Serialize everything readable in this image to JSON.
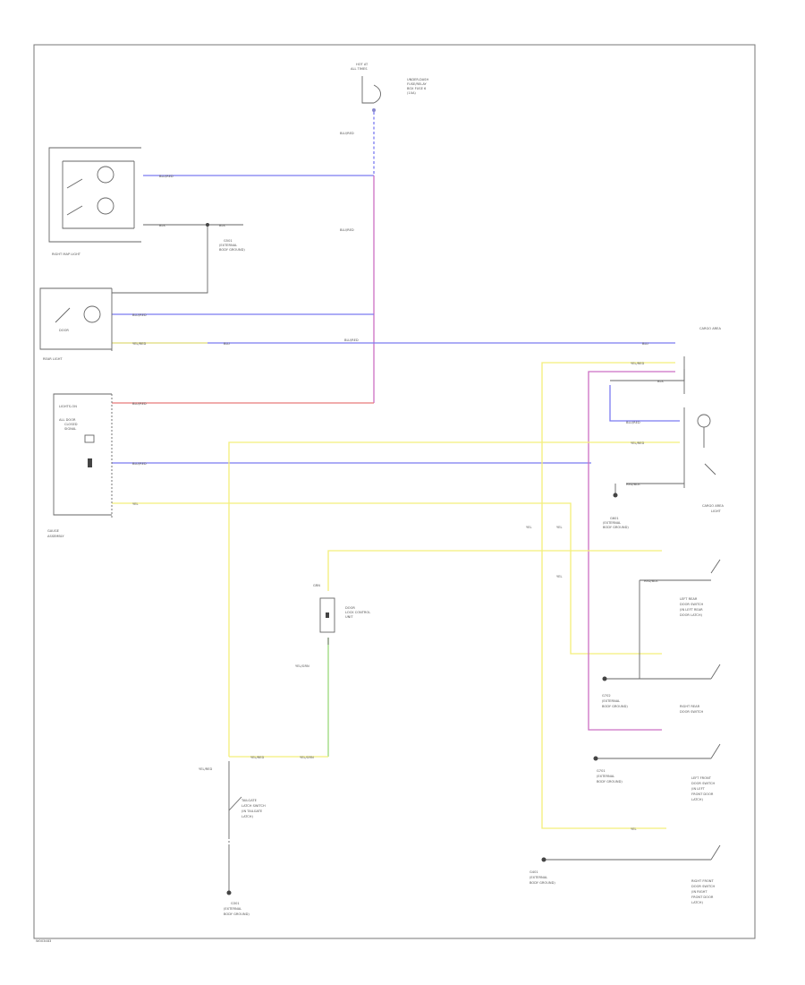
{
  "colors": {
    "blue": "#7b7bf0",
    "pink": "#cc6fc4",
    "yellow": "#f3ef7a",
    "green": "#9ad97b",
    "red": "#e87a7a",
    "black": "#666666"
  },
  "footer_code": "W003483",
  "components": [
    {
      "id": "hot-at-all-times",
      "lines": [
        "HOT AT",
        "ALL TIMES"
      ]
    },
    {
      "id": "fuse-relay-box",
      "lines": [
        "UNDER-DASH",
        "FUSE/RELAY",
        "BOX FUSE 6",
        "(10A)"
      ]
    },
    {
      "id": "right-map-light",
      "lines": [
        "RIGHT MAP LIGHT"
      ]
    },
    {
      "id": "rear-light",
      "lines": [
        "REAR LIGHT"
      ]
    },
    {
      "id": "gauge-assembly",
      "lines": [
        "GAUGE",
        "ASSEMBLY"
      ]
    },
    {
      "id": "door-lock-control-unit",
      "lines": [
        "DOOR",
        "LOCK CONTROL",
        "UNIT"
      ]
    },
    {
      "id": "cargo-area-light",
      "lines": [
        "CARGO AREA",
        "LIGHT"
      ]
    },
    {
      "id": "tailgate-latch-switch",
      "lines": [
        "TAILGATE",
        "LATCH SWITCH",
        "(IN TAILGATE",
        "LATCH)"
      ]
    },
    {
      "id": "left-rear-door-switch",
      "lines": [
        "LEFT REAR",
        "DOOR SWITCH",
        "(IN LEFT REAR",
        "DOOR LATCH)"
      ]
    },
    {
      "id": "right-rear-door-switch",
      "lines": [
        "RIGHT REAR",
        "DOOR SWITCH"
      ]
    },
    {
      "id": "left-front-door-switch",
      "lines": [
        "LEFT FRONT",
        "DOOR SWITCH",
        "(IN LEFT",
        "FRONT DOOR",
        "LATCH)"
      ]
    },
    {
      "id": "right-front-door-switch",
      "lines": [
        "RIGHT FRONT",
        "DOOR SWITCH",
        "(IN RIGHT",
        "FRONT DOOR",
        "LATCH)"
      ]
    },
    {
      "id": "g501",
      "lines": [
        "G501",
        "(EXTERNAL",
        "BODY GROUND)"
      ]
    },
    {
      "id": "g601",
      "lines": [
        "G601",
        "(EXTERNAL",
        "BODY GROUND)"
      ]
    },
    {
      "id": "g702",
      "lines": [
        "G702",
        "(EXTERNAL",
        "BODY GROUND)"
      ]
    },
    {
      "id": "g701",
      "lines": [
        "G701",
        "(EXTERNAL",
        "BODY GROUND)"
      ]
    },
    {
      "id": "g401",
      "lines": [
        "G401",
        "(EXTERNAL",
        "BODY GROUND)"
      ]
    },
    {
      "id": "g301",
      "lines": [
        "G301",
        "(EXTERNAL",
        "BODY GROUND)"
      ]
    },
    {
      "id": "gauge-int-labels",
      "lines": [
        "LIGHTS-ON",
        "ALL DOOR",
        "CLOSED",
        "SIGNAL"
      ]
    },
    {
      "id": "rear-light-door-label",
      "lines": [
        "DOOR"
      ]
    }
  ],
  "wire_labels": [
    {
      "id": "w-blu-red-1",
      "text": "BLU/RED"
    },
    {
      "id": "w-blu-red-2",
      "text": "BLU/RED"
    },
    {
      "id": "w-blu-red-3",
      "text": "BLU/RED"
    },
    {
      "id": "w-blu-red-4",
      "text": "BLU/RED"
    },
    {
      "id": "w-blu-red-5",
      "text": "BLU/RED"
    },
    {
      "id": "w-blu-red-6",
      "text": "BLU/RED"
    },
    {
      "id": "w-blu-red-7",
      "text": "BLU/RED"
    },
    {
      "id": "w-blu-red-8",
      "text": "BLU/RED"
    },
    {
      "id": "w-blk-1",
      "text": "BLK"
    },
    {
      "id": "w-blk-2",
      "text": "BLK"
    },
    {
      "id": "w-blk-3",
      "text": "BLK"
    },
    {
      "id": "w-blu-1",
      "text": "BLU"
    },
    {
      "id": "w-blu-2",
      "text": "BLU"
    },
    {
      "id": "w-yel-red-1",
      "text": "YEL/RED"
    },
    {
      "id": "w-yel-red-2",
      "text": "YEL/RED"
    },
    {
      "id": "w-yel-red-3",
      "text": "YEL/RED"
    },
    {
      "id": "w-yel-red-4",
      "text": "YEL/RED"
    },
    {
      "id": "w-yel-red-5",
      "text": "YEL/RED"
    },
    {
      "id": "w-yel-1",
      "text": "YEL"
    },
    {
      "id": "w-yel-2",
      "text": "YEL"
    },
    {
      "id": "w-yel-3",
      "text": "YEL"
    },
    {
      "id": "w-yel-4",
      "text": "YEL"
    },
    {
      "id": "w-yel-5",
      "text": "YEL"
    },
    {
      "id": "w-yel-grn-1",
      "text": "YEL/GRN"
    },
    {
      "id": "w-yel-grn-2",
      "text": "YEL/GRN"
    },
    {
      "id": "w-grn",
      "text": "GRN"
    },
    {
      "id": "w-red-blk-1",
      "text": "RED/BLK"
    },
    {
      "id": "w-red-blk-2",
      "text": "RED/BLK"
    }
  ]
}
